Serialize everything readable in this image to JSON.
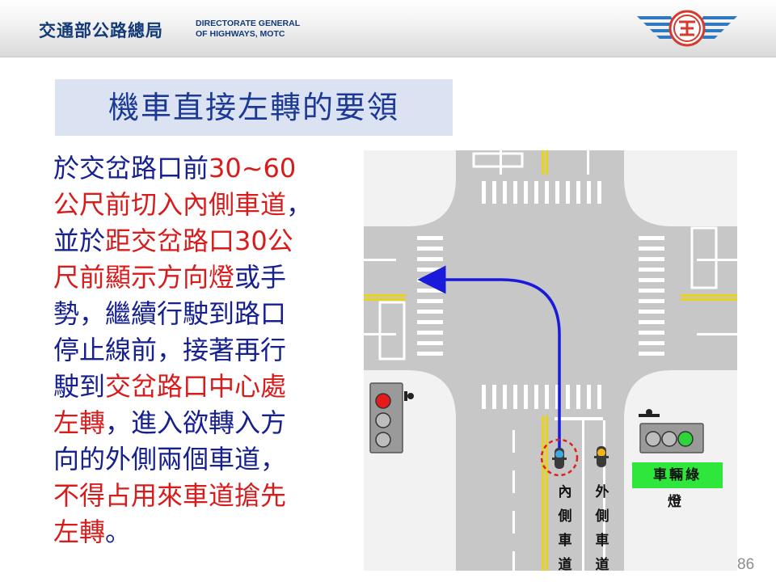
{
  "header": {
    "org_name_cn": "交通部公路總局",
    "org_name_en_line1": "DIRECTORATE GENERAL",
    "org_name_en_line2": "OF HIGHWAYS, MOTC",
    "logo_icon": "highway-bureau-winged-logo-icon"
  },
  "title": "機車直接左轉的要領",
  "body": {
    "lines": [
      [
        {
          "text": "於交岔路口前",
          "color": "blue"
        },
        {
          "text": "30~60",
          "color": "red"
        }
      ],
      [
        {
          "text": "公尺前切入內側車道",
          "color": "red"
        },
        {
          "text": "，",
          "color": "blue"
        }
      ],
      [
        {
          "text": "並於",
          "color": "blue"
        },
        {
          "text": "距交岔路口30公",
          "color": "red"
        }
      ],
      [
        {
          "text": "尺前顯示方向燈",
          "color": "red"
        },
        {
          "text": "或手",
          "color": "blue"
        }
      ],
      [
        {
          "text": "勢，繼續行駛到路口",
          "color": "blue"
        }
      ],
      [
        {
          "text": "停止線前，接著再行",
          "color": "blue"
        }
      ],
      [
        {
          "text": "駛到",
          "color": "blue"
        },
        {
          "text": "交岔路口中心處",
          "color": "red"
        }
      ],
      [
        {
          "text": "左轉",
          "color": "red"
        },
        {
          "text": "，進入欲轉入方",
          "color": "blue"
        }
      ],
      [
        {
          "text": "向的外側兩個車道，",
          "color": "blue"
        }
      ],
      [
        {
          "text": "不得占用來車道搶先",
          "color": "red"
        }
      ],
      [
        {
          "text": "左轉",
          "color": "red"
        },
        {
          "text": "。",
          "color": "blue"
        }
      ]
    ]
  },
  "diagram": {
    "inner_lane_label": "內側車道",
    "outer_lane_label": "外側車道",
    "green_light_label_line1": "車輛綠",
    "green_light_label_line2": "燈",
    "left_signal": {
      "lit": "red"
    },
    "right_signal": {
      "lit": "green"
    },
    "route_color": "#1a1adb"
  },
  "colors": {
    "blue_text": "#16208f",
    "red_text": "#d81b1b",
    "title_bg": "#dbe3f3",
    "green_box": "#2ee63c"
  },
  "page_number": "86"
}
